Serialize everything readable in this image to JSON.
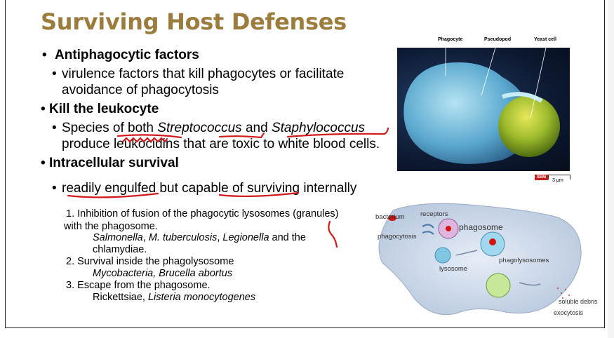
{
  "slide": {
    "title": "Surviving Host Defenses",
    "b1": {
      "heading": "Antiphagocytic factors",
      "sub": "virulence factors that kill phagocytes or facilitate avoidance of phagocytosis"
    },
    "b2": {
      "heading": "Kill the leukocyte",
      "sub_p1": "Species of both ",
      "sub_i1": "Streptococcus",
      "sub_p2": " and ",
      "sub_i2": "Staphylococcus",
      "sub_p3": " produce ",
      "sub_u1": "leukocidins",
      "sub_p4": " that are ",
      "sub_u2": "toxic to",
      "sub_p5": " ",
      "sub_u3": "white blood cells",
      "sub_p6": "."
    },
    "b3": {
      "heading": "Intracellular survival",
      "sub_u1": "readily engulfed",
      "sub_p1": " but capable ",
      "sub_u2": "of surviving",
      "sub_p2": " internally"
    },
    "list": {
      "i1a": "1. Inhibition of fusion of the phagocytic lysosomes (granules)",
      "i1b": "with the phagosome.",
      "i1c_i1": "Salmonella",
      "i1c_p1": ", ",
      "i1c_i2": "M. tuberculosis",
      "i1c_p2": ", ",
      "i1c_i3": "Legionella",
      "i1c_p3": " and the",
      "i1d": "chlamydiae.",
      "i2a": "2. Survival inside the phagolysosome",
      "i2b": "Mycobacteria, Brucella abortus",
      "i3a": "3. Escape from the phagosome.",
      "i3b_p1": "Rickettsiae, ",
      "i3b_i1": "Listeria monocytogenes"
    }
  },
  "sem_image": {
    "labels": [
      "Phagocyte",
      "Pseudopod",
      "Yeast cell"
    ],
    "badge": "SEM",
    "scale": "3 μm"
  },
  "diagram": {
    "labels": {
      "bacterium": "bacterium",
      "receptors": "receptors",
      "phagosome": "phagosome",
      "phagocytosis": "phagocytosis",
      "lysosome": "lysosome",
      "phagolysosomes": "phagolysosomes",
      "soluble_debris": "soluble debris",
      "exocytosis": "exocytosis"
    }
  },
  "colors": {
    "title": "#9c7c3c",
    "annotation": "#d11a1a"
  }
}
